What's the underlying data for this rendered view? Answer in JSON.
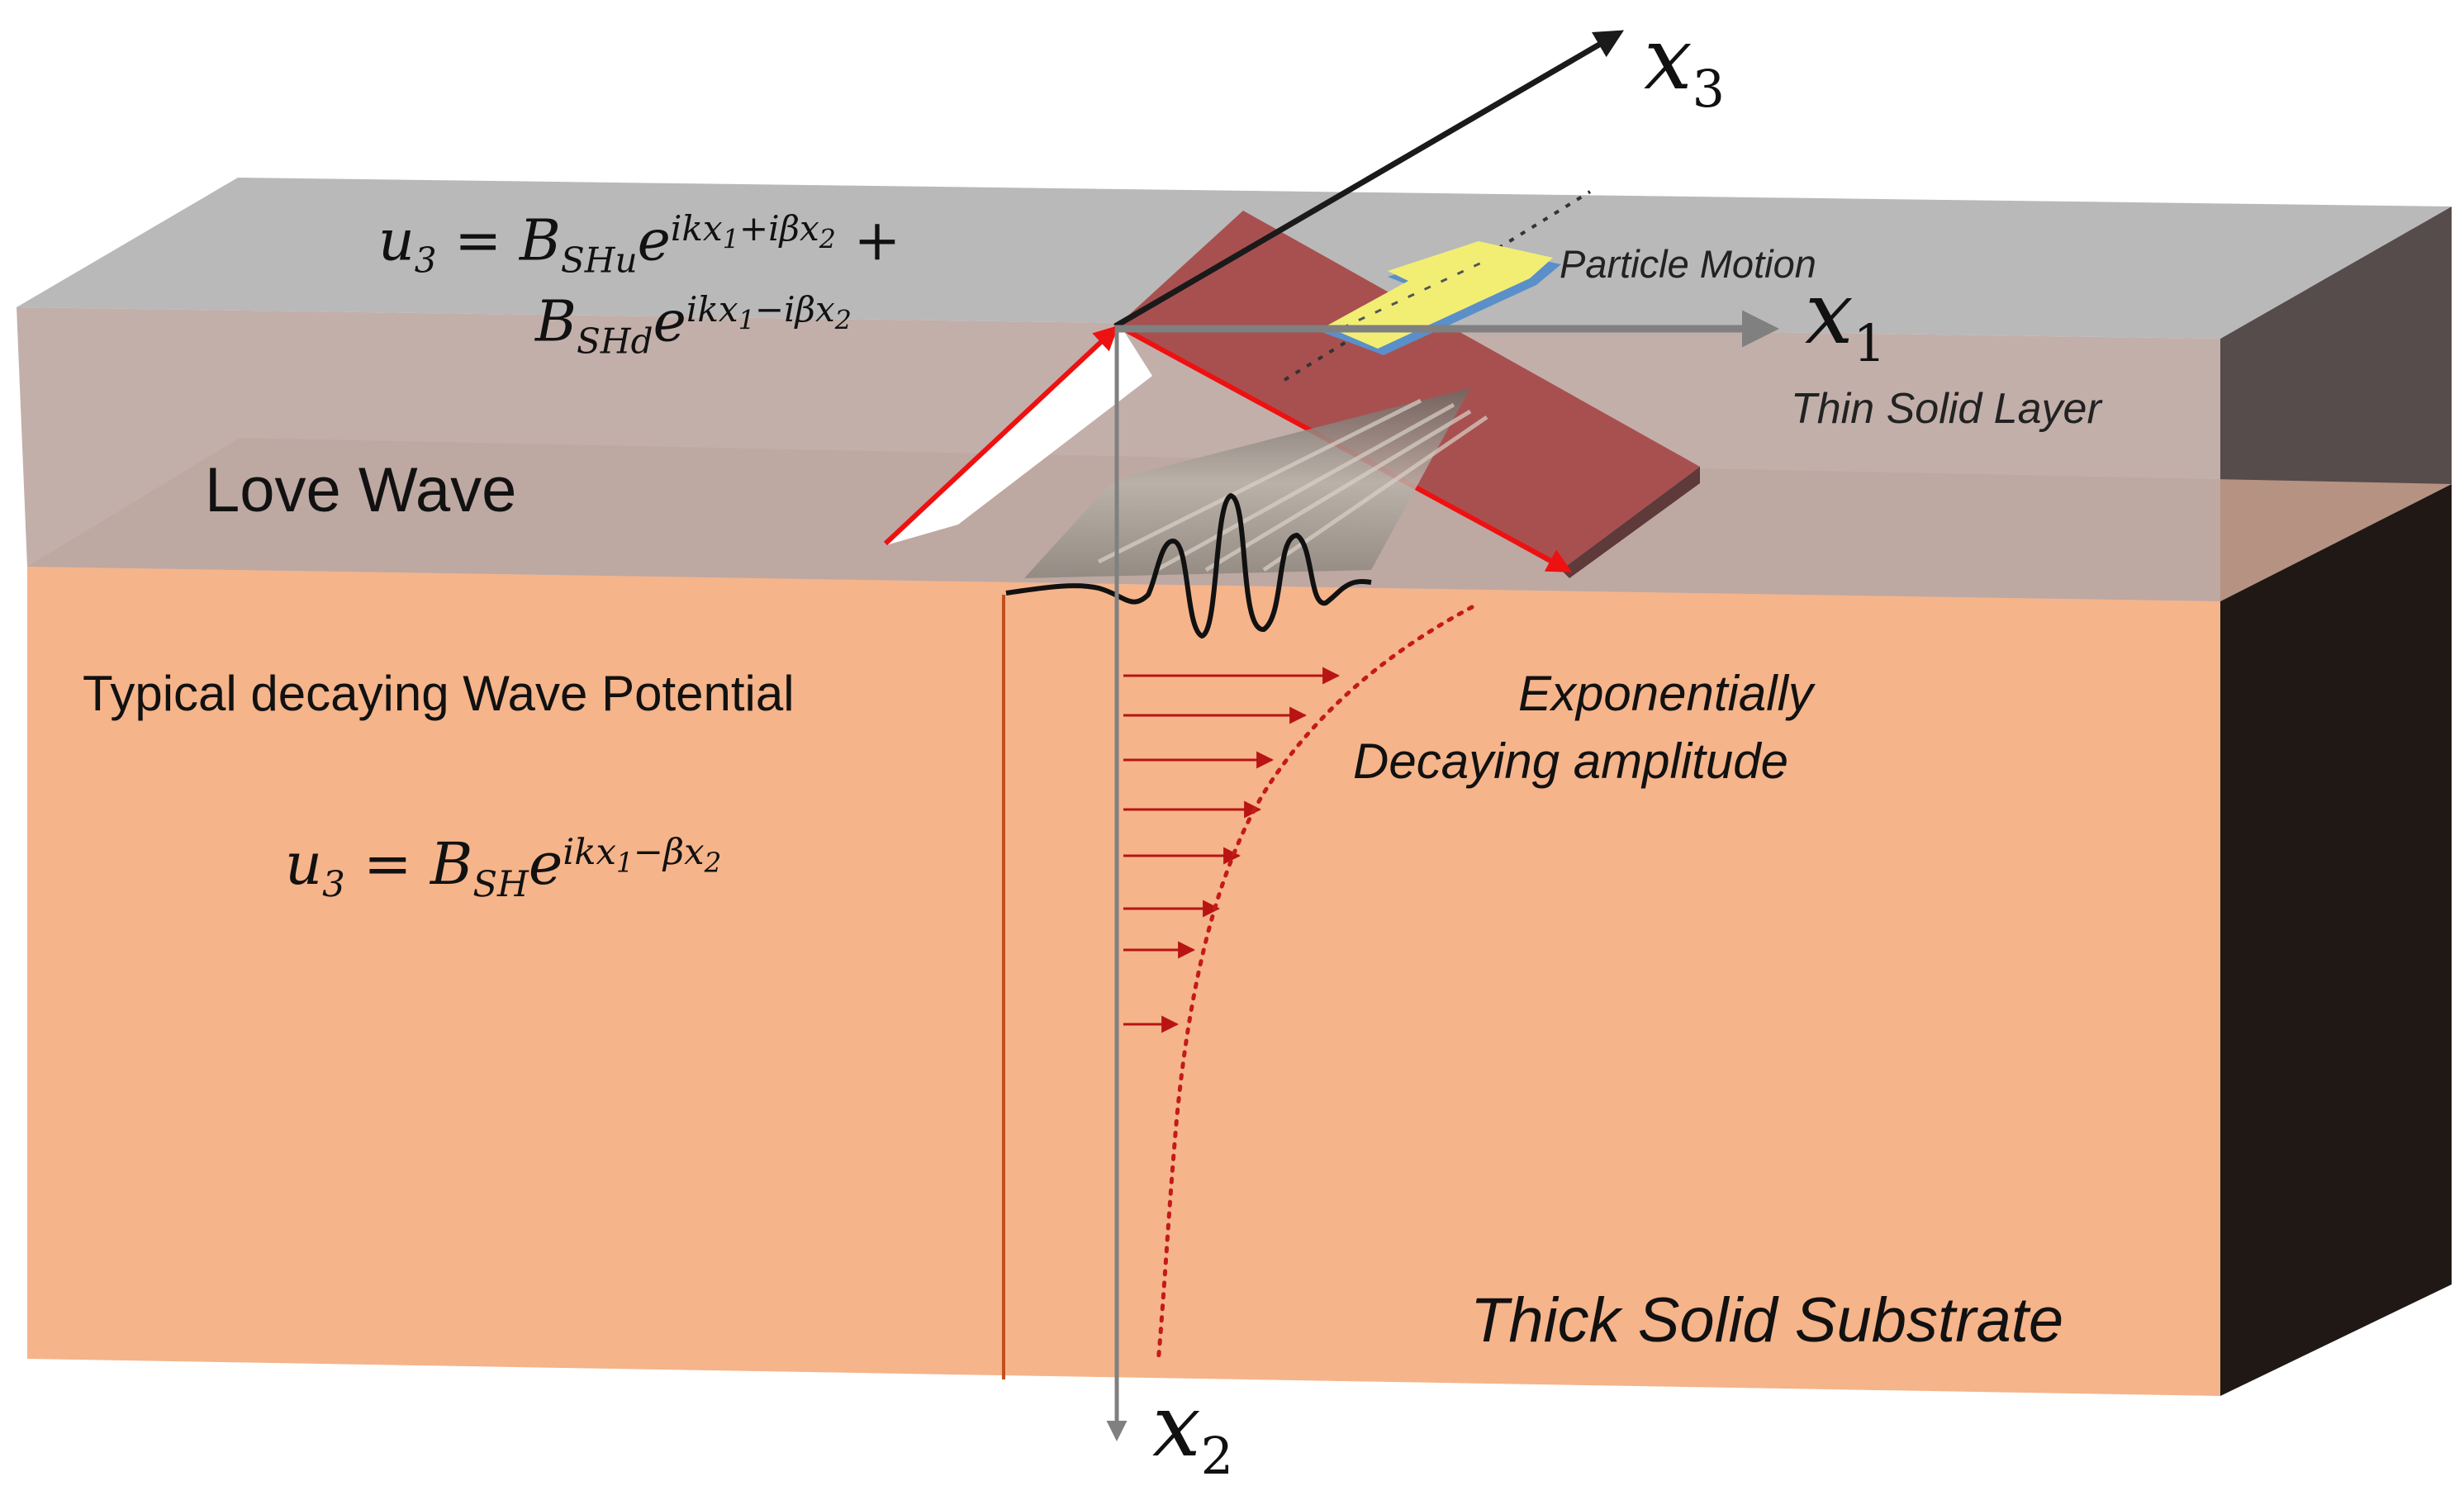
{
  "diagram": {
    "labels": {
      "love_wave": "Love Wave",
      "typical_decaying": "Typical decaying Wave Potential",
      "particle_motion": "Particle Motion",
      "thin_layer": "Thin Solid Layer",
      "exp_line1": "Exponentially",
      "exp_line2": "Decaying amplitude",
      "substrate": "Thick Solid Substrate"
    },
    "axes": {
      "x1": {
        "var": "x",
        "sub": "1"
      },
      "x2": {
        "var": "x",
        "sub": "2"
      },
      "x3": {
        "var": "x",
        "sub": "3"
      }
    },
    "equations": {
      "layer_line1": {
        "lhs": "u",
        "lhs_sub": "3",
        "eq": " = ",
        "coef": "B",
        "coef_sub": "SHu",
        "base": "e",
        "exp": "ikx",
        "exp_s1": "1",
        "exp_mid": "+iβx",
        "exp_s2": "2",
        "trail": " +"
      },
      "layer_line2": {
        "coef": "B",
        "coef_sub": "SHd",
        "base": "e",
        "exp": "ikx",
        "exp_s1": "1",
        "exp_mid": "−iβx",
        "exp_s2": "2"
      },
      "substrate": {
        "lhs": "u",
        "lhs_sub": "3",
        "eq": " = ",
        "coef": "B",
        "coef_sub": "SH",
        "base": "e",
        "exp": "ikx",
        "exp_s1": "1",
        "exp_mid": "−βx",
        "exp_s2": "2"
      }
    },
    "colors": {
      "layer_top": "#b9b9b9",
      "layer_front": "#bda8a3",
      "substrate_front": "#f5b48a",
      "substrate_side": "#1f1815",
      "layer_side": "#4a4040",
      "red": "#ee1111",
      "dark_red": "#b81414",
      "ray_plane": "#a85050",
      "axis_gray": "#808080",
      "arrow_yellow": "#f2ee74"
    }
  }
}
